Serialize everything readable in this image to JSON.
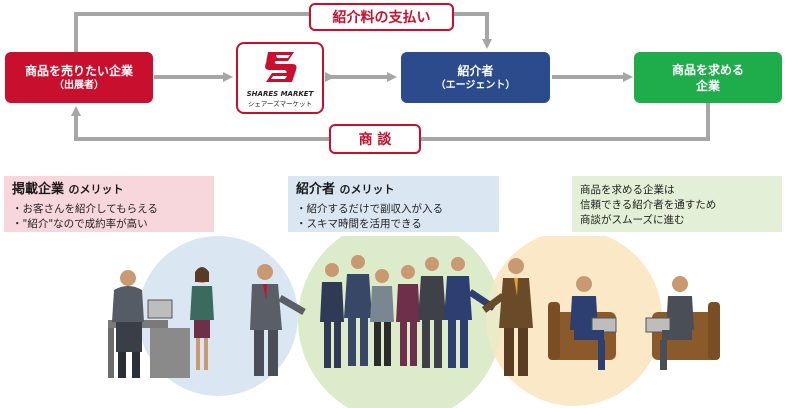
{
  "flow": {
    "seller": {
      "line1": "商品を売りたい企業",
      "line2": "（出展者）"
    },
    "platform": {
      "brand": "SHARES MARKET",
      "brand_kana": "シェアーズマーケット"
    },
    "agent": {
      "line1": "紹介者",
      "line2": "（エージェント）"
    },
    "buyer": {
      "line1": "商品を求める",
      "line2": "企業"
    },
    "fee_label": "紹介料の支払い",
    "deal_label": "商 談"
  },
  "panels": {
    "seller_merit": {
      "title_main": "掲載企業",
      "title_rest": "のメリット",
      "items": [
        "お客さんを紹介してもらえる",
        "\"紹介\"なので成約率が高い"
      ]
    },
    "agent_merit": {
      "title_main": "紹介者",
      "title_rest": "のメリット",
      "items": [
        "紹介するだけで副収入が入る",
        "スキマ時間を活用できる"
      ]
    },
    "buyer_merit": {
      "lines": [
        "商品を求める企業は",
        "信頼できる紹介者を通すため",
        "商談がスムーズに進む"
      ]
    }
  },
  "colors": {
    "seller": "#c8102e",
    "agent": "#2b4b8c",
    "buyer": "#1fad4b",
    "seller_panel": "#f8d7dc",
    "agent_panel": "#dbe6f3",
    "buyer_panel": "#e3efd6",
    "arrow": "#a6a6a6"
  },
  "icons": [
    "shares-market-logo-icon",
    "arrow-icon",
    "business-people-illustration"
  ]
}
